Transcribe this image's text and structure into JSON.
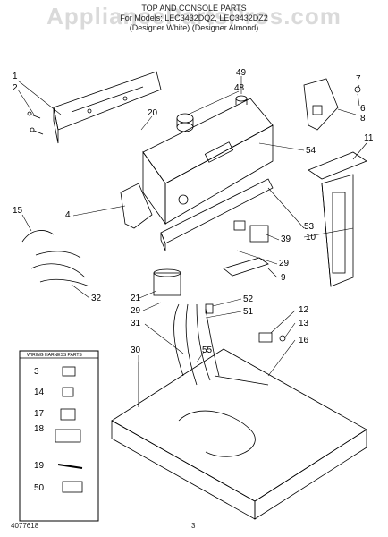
{
  "header": {
    "title": "TOP AND CONSOLE PARTS",
    "models_line": "For Models: LEC3432DQ2, LEC3432DZ2",
    "variants_line": "(Designer White)   (Designer Almond)"
  },
  "watermark": "AppliancePartsPros.com",
  "wiring_box": {
    "title": "WIRING HARNESS PARTS",
    "items": [
      "3",
      "14",
      "17",
      "18",
      "19",
      "50"
    ]
  },
  "callouts": [
    {
      "id": "c1",
      "label": "1"
    },
    {
      "id": "c2",
      "label": "2"
    },
    {
      "id": "c20",
      "label": "20"
    },
    {
      "id": "c49",
      "label": "49"
    },
    {
      "id": "c48",
      "label": "48"
    },
    {
      "id": "c54",
      "label": "54"
    },
    {
      "id": "c7",
      "label": "7"
    },
    {
      "id": "c6",
      "label": "6"
    },
    {
      "id": "c8",
      "label": "8"
    },
    {
      "id": "c11",
      "label": "11"
    },
    {
      "id": "c15",
      "label": "15"
    },
    {
      "id": "c4",
      "label": "4"
    },
    {
      "id": "c53",
      "label": "53"
    },
    {
      "id": "c39",
      "label": "39"
    },
    {
      "id": "c10",
      "label": "10"
    },
    {
      "id": "c29a",
      "label": "29"
    },
    {
      "id": "c9",
      "label": "9"
    },
    {
      "id": "c32",
      "label": "32"
    },
    {
      "id": "c21",
      "label": "21"
    },
    {
      "id": "c29b",
      "label": "29"
    },
    {
      "id": "c52",
      "label": "52"
    },
    {
      "id": "c51",
      "label": "51"
    },
    {
      "id": "c31",
      "label": "31"
    },
    {
      "id": "c12",
      "label": "12"
    },
    {
      "id": "c13",
      "label": "13"
    },
    {
      "id": "c16",
      "label": "16"
    },
    {
      "id": "c55",
      "label": "55"
    },
    {
      "id": "c30",
      "label": "30"
    }
  ],
  "footer": {
    "part_number": "4077618",
    "page_number": "3"
  }
}
